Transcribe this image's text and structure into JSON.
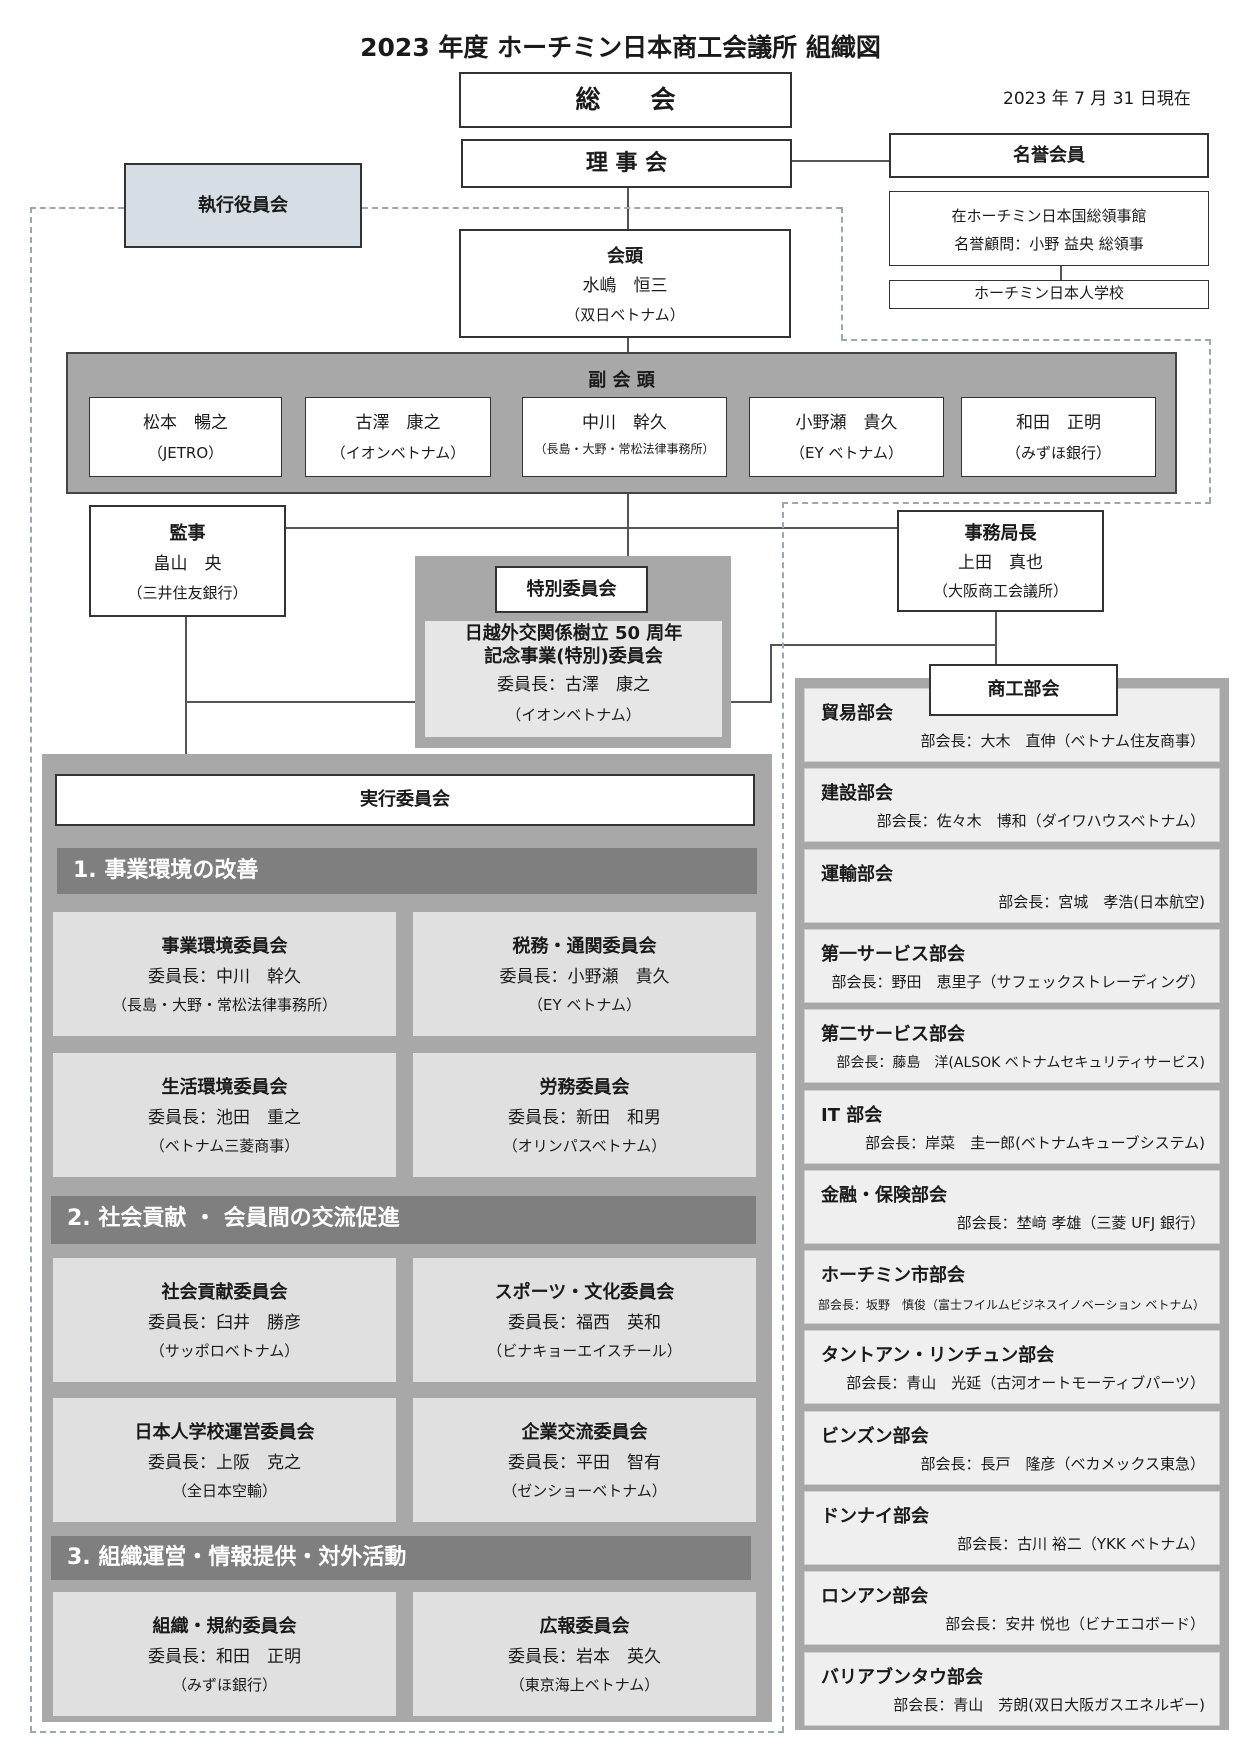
{
  "title": "2023 年度 ホーチミン日本商工会議所 組織図",
  "as_of": "2023 年 7 月 31 日現在",
  "general_assembly": "総　　会",
  "board": "理 事 会",
  "honorary": {
    "title": "名誉会員",
    "consulate_line1": "在ホーチミン日本国総領事館",
    "consulate_line2": "名誉顧問：小野 益央 総領事",
    "school": "ホーチミン日本人学校"
  },
  "executive_officers": "執行役員会",
  "chairman": {
    "title": "会頭",
    "name": "水嶋　恒三",
    "org": "（双日ベトナム）"
  },
  "vice_chairmen": {
    "title": "副 会 頭",
    "members": [
      {
        "name": "松本　暢之",
        "org": "（JETRO）"
      },
      {
        "name": "古澤　康之",
        "org": "（イオンベトナム）"
      },
      {
        "name": "中川　幹久",
        "org": "（長島・大野・常松法律事務所）"
      },
      {
        "name": "小野瀬　貴久",
        "org": "（EY ベトナム）"
      },
      {
        "name": "和田　正明",
        "org": "（みずほ銀行）"
      }
    ]
  },
  "auditor": {
    "title": "監事",
    "name": "畠山　央",
    "org": "（三井住友銀行）"
  },
  "secretary_general": {
    "title": "事務局長",
    "name": "上田　真也",
    "org": "（大阪商工会議所）"
  },
  "special_committee": {
    "title": "特別委員会",
    "line1": "日越外交関係樹立 50 周年",
    "line2": "記念事業(特別)委員会",
    "head": "委員長：古澤　康之",
    "org": "（イオンベトナム）"
  },
  "executive_committee": {
    "title": "実行委員会",
    "sections": [
      {
        "label": "1. 事業環境の改善",
        "committees": [
          {
            "name": "事業環境委員会",
            "head": "委員長：中川　幹久",
            "org": "（長島・大野・常松法律事務所）"
          },
          {
            "name": "税務・通関委員会",
            "head": "委員長：小野瀬　貴久",
            "org": "（EY ベトナム）"
          },
          {
            "name": "生活環境委員会",
            "head": "委員長：池田　重之",
            "org": "（ベトナム三菱商事）"
          },
          {
            "name": "労務委員会",
            "head": "委員長：新田　和男",
            "org": "（オリンパスベトナム）"
          }
        ]
      },
      {
        "label": "2. 社会貢献 ・ 会員間の交流促進",
        "committees": [
          {
            "name": "社会貢献委員会",
            "head": "委員長：臼井　勝彦",
            "org": "（サッポロベトナム）"
          },
          {
            "name": "スポーツ・文化委員会",
            "head": "委員長：福西　英和",
            "org": "（ビナキョーエイスチール）"
          },
          {
            "name": "日本人学校運営委員会",
            "head": "委員長：上阪　克之",
            "org": "（全日本空輸）"
          },
          {
            "name": "企業交流委員会",
            "head": "委員長：平田　智有",
            "org": "（ゼンショーベトナム）"
          }
        ]
      },
      {
        "label": "3. 組織運営・情報提供・対外活動",
        "committees": [
          {
            "name": "組織・規約委員会",
            "head": "委員長：和田　正明",
            "org": "（みずほ銀行）"
          },
          {
            "name": "広報委員会",
            "head": "委員長：岩本　英久",
            "org": "（東京海上ベトナム）"
          }
        ]
      }
    ]
  },
  "commerce": {
    "title": "商工部会",
    "departments": [
      {
        "name": "貿易部会",
        "head": "部会長：大木　直伸（ベトナム住友商事）"
      },
      {
        "name": "建設部会",
        "head": "部会長：佐々木　博和（ダイワハウスベトナム）"
      },
      {
        "name": "運輸部会",
        "head": "部会長：宮城　孝浩(日本航空)"
      },
      {
        "name": "第一サービス部会",
        "head": "部会長：野田　恵里子（サフェックストレーディング）"
      },
      {
        "name": "第二サービス部会",
        "head": "部会長：藤島　洋(ALSOK ベトナムセキュリティサービス)"
      },
      {
        "name": "IT 部会",
        "head": "部会長：岸菜　圭一郎(ベトナムキューブシステム)"
      },
      {
        "name": "金融・保険部会",
        "head": "部会長：埜﨑 孝雄（三菱 UFJ 銀行）"
      },
      {
        "name": "ホーチミン市部会",
        "head": "部会長：坂野　慎俊（富士フイルムビジネスイノベーション ベトナム）"
      },
      {
        "name": "タントアン・リンチュン部会",
        "head": "部会長：青山　光延（古河オートモーティブパーツ）"
      },
      {
        "name": "ビンズン部会",
        "head": "部会長：長戸　隆彦（ベカメックス東急）"
      },
      {
        "name": "ドンナイ部会",
        "head": "部会長：古川 裕二（YKK ベトナム）"
      },
      {
        "name": "ロンアン部会",
        "head": "部会長：安井 悦也（ビナエコボード）"
      },
      {
        "name": "バリアブンタウ部会",
        "head": "部会長：青山　芳朗(双日大阪ガスエネルギー)"
      }
    ]
  }
}
